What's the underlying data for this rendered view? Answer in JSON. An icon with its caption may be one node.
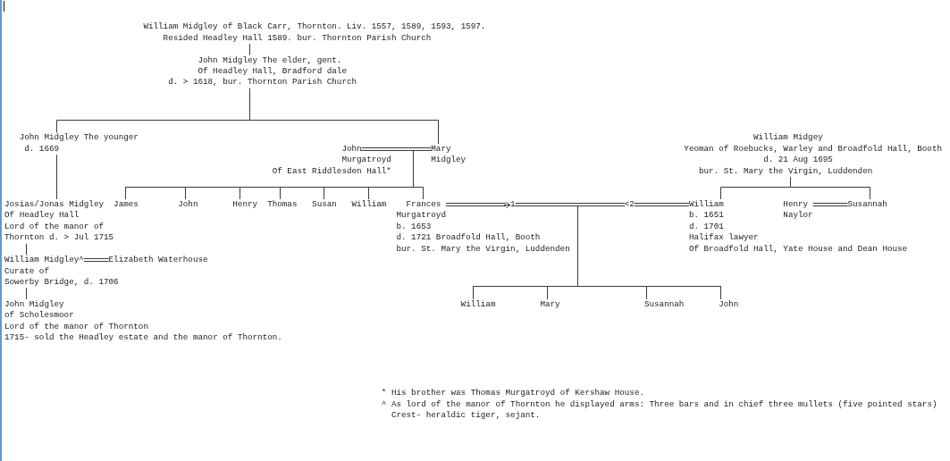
{
  "diagram": {
    "nodes": [
      {
        "text": [
          "William Midgley of Black Carr, Thornton. Liv. 1557, 1589, 1593, 1597.",
          "Resided Headley Hall 1589. bur. Thornton Parish Church"
        ]
      },
      {
        "text": [
          "John Midgley The elder, gent.",
          "Of Headley Hall, Bradford dale",
          "d. > 1618, bur. Thornton Parish Church"
        ]
      },
      {
        "text": [
          "John Midgley The younger",
          "d. 1669"
        ]
      },
      {
        "text": [
          "William Midgey",
          "Yeoman of Roebucks, Warley and Broadfold Hall, Booth",
          "d. 21 Aug 1695",
          "bur. St. Mary the Virgin, Luddenden"
        ]
      },
      {
        "text": [
          "John Murgatroyd",
          "Of East Riddlesden Hall*"
        ]
      },
      {
        "text": [
          "Mary Midgley"
        ]
      },
      {
        "text": [
          "Josias/Jonas Midgley",
          "Of Headley Hall",
          "Lord of the manor of Thornton d. > Jul 1715"
        ]
      },
      {
        "text": [
          "James"
        ]
      },
      {
        "text": [
          "John"
        ]
      },
      {
        "text": [
          "Henry"
        ]
      },
      {
        "text": [
          "Thomas"
        ]
      },
      {
        "text": [
          "Susan"
        ]
      },
      {
        "text": [
          "William"
        ]
      },
      {
        "text": [
          "Frances Murgatroyd"
        ],
        "beside": [
          "b. 1653",
          "d. 1721 Broadfold Hall, Booth",
          "bur. St. Mary the Virgin, Luddenden"
        ]
      },
      {
        "text": [
          "1"
        ]
      },
      {
        "text": [
          "<2"
        ]
      },
      {
        "text": [
          "William",
          "b. 1651",
          "d. 1701",
          "Halifax lawyer",
          "Of Broadfold Hall, Yate House and Dean House"
        ]
      },
      {
        "text": [
          "Henry Naylor"
        ]
      },
      {
        "text": [
          "Susannah"
        ]
      },
      {
        "text": [
          "William Midgley^",
          "Curate of Sowerby Bridge, d. 1706"
        ]
      },
      {
        "text": [
          "Elizabeth Waterhouse"
        ]
      },
      {
        "text": [
          "John Midgley",
          "of Scholesmoor",
          "Lord of the manor of Thornton",
          "1715- sold the Headley estate and the manor of Thornton."
        ]
      },
      {
        "text": [
          "William"
        ]
      },
      {
        "text": [
          "Mary"
        ]
      },
      {
        "text": [
          "Susannah"
        ]
      },
      {
        "text": [
          "John"
        ]
      }
    ],
    "edges": [
      {
        "from": 0,
        "to": 1,
        "arrow": "none"
      },
      {
        "from": 1,
        "to": 2,
        "arrow": "none"
      },
      {
        "from": 1,
        "to": 5,
        "arrow": "none"
      },
      {
        "from": 4,
        "to": 5,
        "arrow": "none"
      },
      {
        "from": 2,
        "to": 6,
        "arrow": "none"
      },
      {
        "from": 4,
        "to": 7,
        "arrow": "none"
      },
      {
        "from": 4,
        "to": 8,
        "arrow": "none"
      },
      {
        "from": 4,
        "to": 9,
        "arrow": "none"
      },
      {
        "from": 4,
        "to": 10,
        "arrow": "none"
      },
      {
        "from": 4,
        "to": 11,
        "arrow": "none"
      },
      {
        "from": 4,
        "to": 12,
        "arrow": "none"
      },
      {
        "from": 4,
        "to": 13,
        "arrow": "none"
      },
      {
        "from": 5,
        "to": 7,
        "arrow": "none"
      },
      {
        "from": 5,
        "to": 8,
        "arrow": "none"
      },
      {
        "from": 5,
        "to": 9,
        "arrow": "none"
      },
      {
        "from": 5,
        "to": 10,
        "arrow": "none"
      },
      {
        "from": 5,
        "to": 11,
        "arrow": "none"
      },
      {
        "from": 5,
        "to": 12,
        "arrow": "none"
      },
      {
        "from": 5,
        "to": 13,
        "arrow": "none"
      },
      {
        "from": 3,
        "to": 16,
        "arrow": "none"
      },
      {
        "from": 3,
        "to": 18,
        "arrow": "none"
      },
      {
        "from": 17,
        "to": 18,
        "arrow": "none"
      },
      {
        "from": 13,
        "to": 14,
        "arrow": "to"
      },
      {
        "from": 14,
        "to": 15,
        "arrow": "none"
      },
      {
        "from": 16,
        "to": 15,
        "arrow": "none"
      },
      {
        "from": 14,
        "to": 22,
        "arrow": "none"
      },
      {
        "from": 14,
        "to": 23,
        "arrow": "none"
      },
      {
        "from": 14,
        "to": 24,
        "arrow": "none"
      },
      {
        "from": 14,
        "to": 25,
        "arrow": "none"
      },
      {
        "from": 15,
        "to": 22,
        "arrow": "none"
      },
      {
        "from": 15,
        "to": 23,
        "arrow": "none"
      },
      {
        "from": 15,
        "to": 24,
        "arrow": "none"
      },
      {
        "from": 15,
        "to": 25,
        "arrow": "none"
      },
      {
        "from": 6,
        "to": 19,
        "arrow": "none"
      },
      {
        "from": 19,
        "to": 20,
        "arrow": "none"
      },
      {
        "from": 19,
        "to": 21,
        "arrow": "none"
      }
    ],
    "labels": [
      "* His brother was Thomas Murgatroyd of Kershaw House.",
      "^ As lord of the manor of Thornton he displayed arms: Three bars and in chief three mullets (five pointed stars) Crest- heraldic tiger, sejant."
    ]
  }
}
